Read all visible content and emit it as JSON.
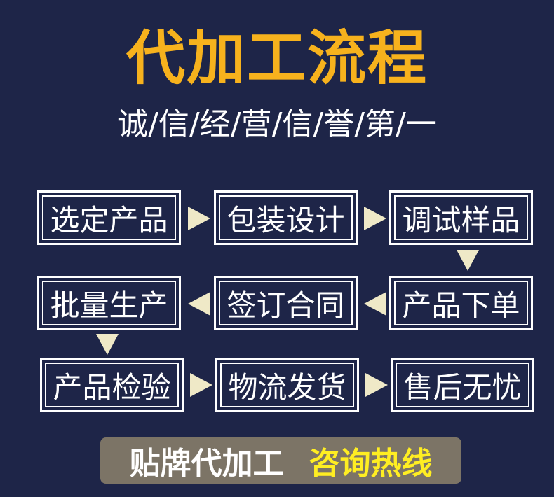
{
  "title": "代加工流程",
  "subtitle": "诚/信/经/营/信/誉/第/一",
  "steps": [
    "选定产品",
    "包装设计",
    "调试样品",
    "产品下单",
    "签订合同",
    "批量生产",
    "产品检验",
    "物流发货",
    "售后无忧"
  ],
  "banner": {
    "left": "贴牌代加工",
    "right": "咨询热线"
  },
  "colors": {
    "background": "#1e2548",
    "title": "#f7b21d",
    "arrow": "#efe9c7",
    "banner": "#7c7466",
    "hotline": "#ffee22"
  }
}
